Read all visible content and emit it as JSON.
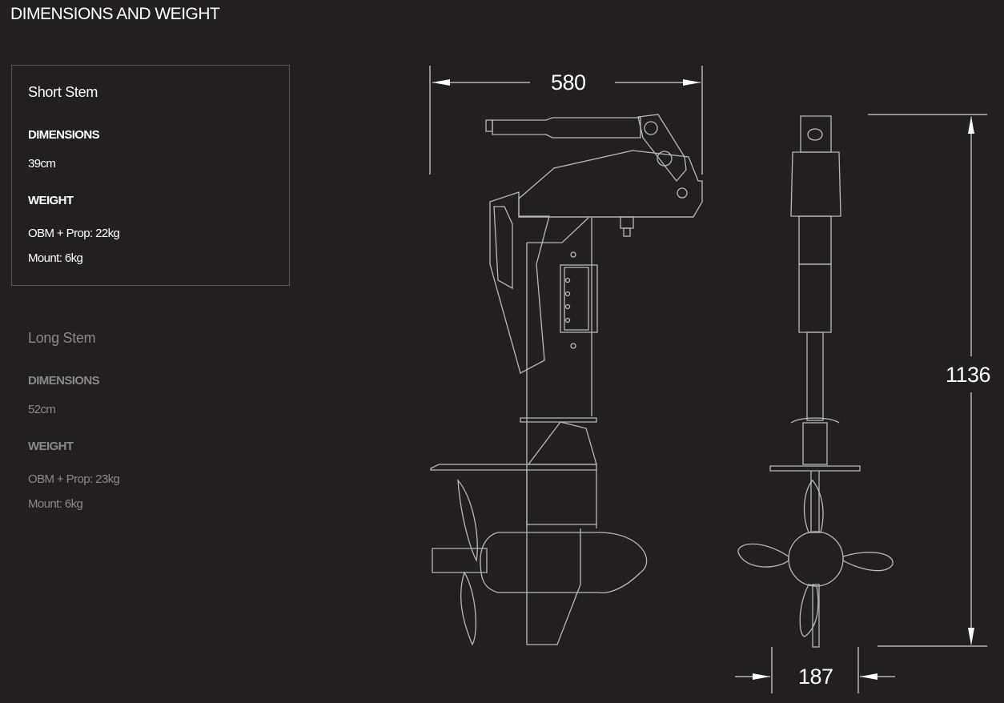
{
  "header": {
    "title": "DIMENSIONS AND WEIGHT"
  },
  "variants": [
    {
      "name": "Short Stem",
      "dimensions_label": "DIMENSIONS",
      "dimensions_value": "39cm",
      "weight_label": "WEIGHT",
      "weight_obm": "OBM + Prop: 22kg",
      "weight_mount": "Mount: 6kg",
      "selected": true
    },
    {
      "name": "Long Stem",
      "dimensions_label": "DIMENSIONS",
      "dimensions_value": "52cm",
      "weight_label": "WEIGHT",
      "weight_obm": "OBM + Prop: 23kg",
      "weight_mount": "Mount: 6kg",
      "selected": false
    }
  ],
  "drawing": {
    "width_label": "580",
    "height_label": "1136",
    "depth_label": "187",
    "line_color": "#b9b9b9"
  }
}
